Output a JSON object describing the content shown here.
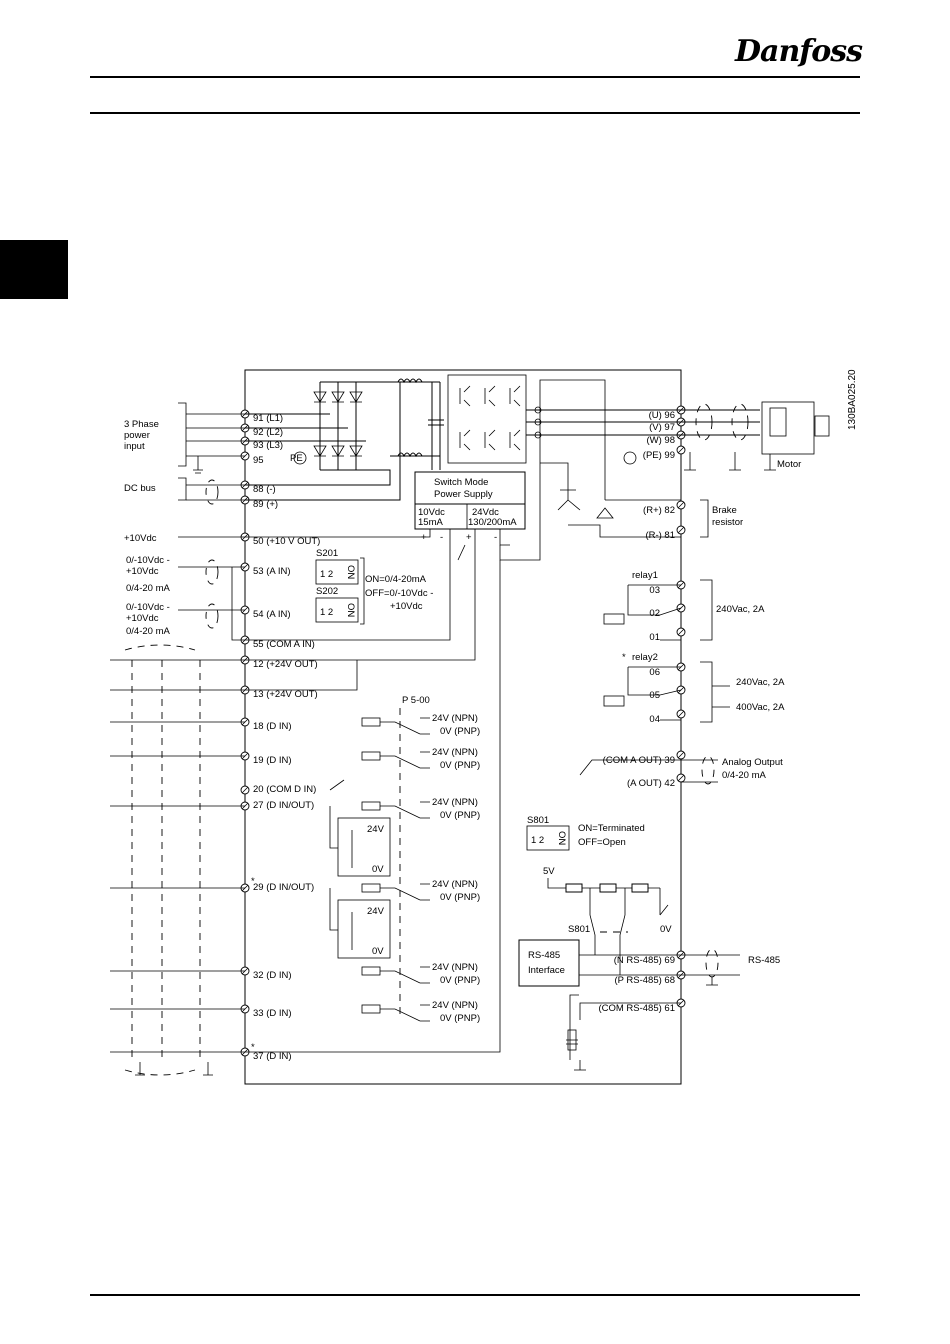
{
  "header": {
    "logo_text": "Danfoss"
  },
  "figure_id": "130BA025.20",
  "left_labels": {
    "three_phase": [
      "3 Phase",
      "power",
      "input"
    ],
    "dc_bus": "DC bus",
    "plus10vdc": "+10Vdc",
    "ain1": [
      "0/-10Vdc -",
      "+10Vdc",
      "0/4-20 mA"
    ],
    "ain2": [
      "0/-10Vdc -",
      "+10Vdc",
      "0/4-20 mA"
    ]
  },
  "terminals_left": [
    {
      "label": "91 (L1)"
    },
    {
      "label": "92 (L2)"
    },
    {
      "label": "93 (L3)"
    },
    {
      "label": "95"
    },
    {
      "label": "88 (-)"
    },
    {
      "label": "89 (+)"
    },
    {
      "label": "50 (+10 V OUT)"
    },
    {
      "label": "53 (A IN)"
    },
    {
      "label": "54 (A IN)"
    },
    {
      "label": "55 (COM A IN)"
    },
    {
      "label": "12 (+24V OUT)"
    },
    {
      "label": "13 (+24V OUT)"
    },
    {
      "label": "18 (D IN)"
    },
    {
      "label": "19 (D IN)"
    },
    {
      "label": "20    (COM D IN)"
    },
    {
      "label": "27     (D IN/OUT)"
    },
    {
      "label": "29     (D IN/OUT)"
    },
    {
      "label": "32 (D IN)"
    },
    {
      "label": "33 (D IN)"
    },
    {
      "label": "37 (D IN)"
    }
  ],
  "pe_label": "PE",
  "power_supply": {
    "title": [
      "Switch Mode",
      "Power Supply"
    ],
    "left": [
      "10Vdc",
      "15mA"
    ],
    "right": [
      "24Vdc",
      "130/200mA"
    ],
    "signs": [
      "+",
      "-",
      "+",
      "-"
    ]
  },
  "switches": {
    "s201": "S201",
    "s202": "S202",
    "on": "ON",
    "pos": "1  2",
    "legend": [
      "ON=0/4-20mA",
      "OFF=0/-10Vdc -",
      "+10Vdc"
    ],
    "s801": "S801",
    "s801_legend": [
      "ON=Terminated",
      "OFF=Open"
    ]
  },
  "param": "P 5-00",
  "npn": "24V (NPN)",
  "pnp": "0V (PNP)",
  "v24": "24V",
  "v0": "0V",
  "star": "*",
  "terminals_right": [
    {
      "label": "(U) 96"
    },
    {
      "label": "(V) 97"
    },
    {
      "label": "(W) 98"
    },
    {
      "label": "(PE) 99"
    },
    {
      "label": "(R+) 82"
    },
    {
      "label": "(R-) 81"
    },
    {
      "label": "03"
    },
    {
      "label": "02"
    },
    {
      "label": "01"
    },
    {
      "label": "06"
    },
    {
      "label": "05"
    },
    {
      "label": "04"
    },
    {
      "label": "(COM A OUT) 39"
    },
    {
      "label": "(A OUT) 42"
    },
    {
      "label": "(N RS-485) 69"
    },
    {
      "label": "(P RS-485) 68"
    },
    {
      "label": "(COM RS-485) 61"
    }
  ],
  "right_labels": {
    "motor": "Motor",
    "brake": [
      "Brake",
      "resistor"
    ],
    "relay1": "relay1",
    "relay2": "relay2",
    "relay1_rating": "240Vac, 2A",
    "relay2_rating1": "240Vac, 2A",
    "relay2_rating2": "400Vac, 2A",
    "analog_out": [
      "Analog Output",
      "0/4-20 mA"
    ],
    "rs485": "RS-485",
    "v5": "5V",
    "zero_v": "0V",
    "rs485_if": [
      "RS-485",
      "Interface"
    ]
  }
}
